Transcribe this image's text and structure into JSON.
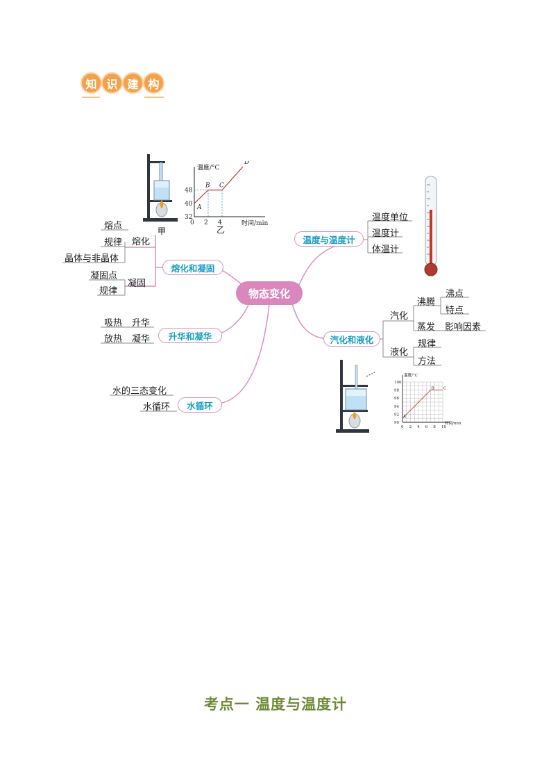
{
  "header": {
    "chars": [
      "知",
      "识",
      "建",
      "构"
    ]
  },
  "mindmap": {
    "center": "物态变化",
    "melting": {
      "label": "熔化和凝固",
      "melt": "熔化",
      "melt_items": [
        "熔点",
        "规律",
        "晶体与非晶体"
      ],
      "solidify": "凝固",
      "solidify_items": [
        "凝固点",
        "规律"
      ]
    },
    "sublimation": {
      "label": "升华和凝华",
      "rows": [
        {
          "a": "吸热",
          "b": "升华"
        },
        {
          "a": "放热",
          "b": "凝华"
        }
      ]
    },
    "water_cycle": {
      "label": "水循环",
      "items": [
        "水的三态变化",
        "水循环"
      ]
    },
    "temperature": {
      "label": "温度与温度计",
      "items": [
        "温度单位",
        "温度计",
        "体温计"
      ]
    },
    "vaporization": {
      "label": "汽化和液化",
      "vapor": "汽化",
      "boiling": "沸腾",
      "boiling_items": [
        "沸点",
        "特点"
      ],
      "evaporation": "蒸发",
      "evaporation_item": "影响因素",
      "liquefy": "液化",
      "liquefy_items": [
        "规律",
        "方法"
      ]
    }
  },
  "figure_jia": {
    "caption": "甲"
  },
  "chart_data": [
    {
      "type": "line",
      "title": "",
      "xlabel": "时间/min",
      "ylabel": "温度/°C",
      "caption": "乙",
      "x_ticks": [
        "0",
        "2",
        "4"
      ],
      "y_ticks": [
        "32",
        "40",
        "48"
      ],
      "points": [
        {
          "label": "A",
          "x": 0,
          "y": 40
        },
        {
          "label": "B",
          "x": 2,
          "y": 48
        },
        {
          "label": "C",
          "x": 4,
          "y": 48
        },
        {
          "label": "D",
          "x": 7,
          "y": 62
        }
      ]
    },
    {
      "type": "line",
      "title": "",
      "xlabel": "时间/min",
      "ylabel": "温度/°C",
      "grid": true,
      "x_ticks": [
        "0",
        "2",
        "4",
        "6",
        "8",
        "10"
      ],
      "y_ticks": [
        "90",
        "92",
        "94",
        "96",
        "98",
        "100"
      ],
      "points": [
        {
          "label": "A",
          "x": 0,
          "y": 91
        },
        {
          "label": "B",
          "x": 7,
          "y": 98
        },
        {
          "label": "C",
          "x": 10,
          "y": 98
        }
      ]
    }
  ],
  "footer": {
    "title": "考点一    温度与温度计"
  }
}
